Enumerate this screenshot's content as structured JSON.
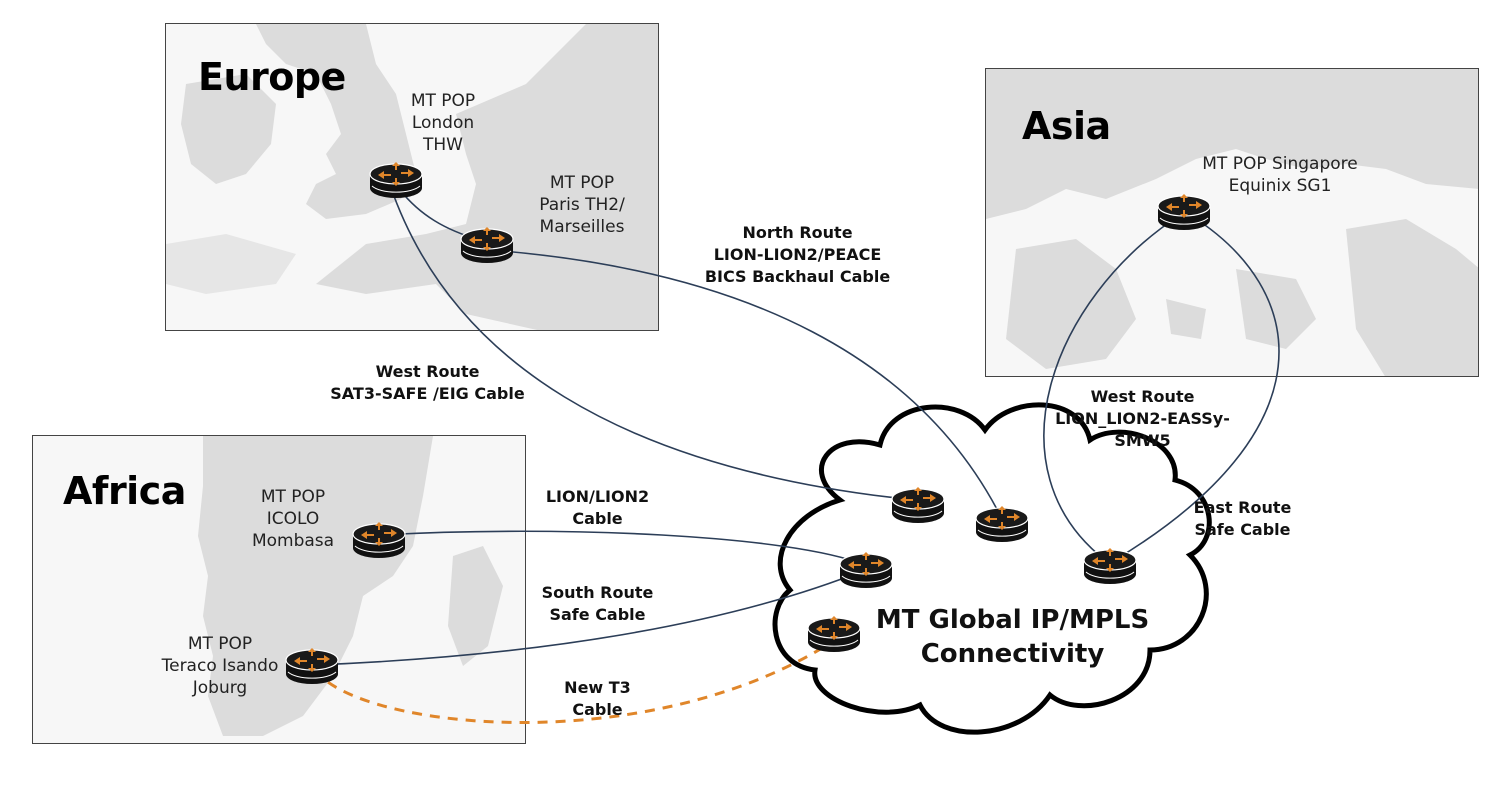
{
  "regions": {
    "europe": {
      "title": "Europe"
    },
    "asia": {
      "title": "Asia"
    },
    "africa": {
      "title": "Africa"
    }
  },
  "pops": {
    "london": "MT POP\nLondon\nTHW",
    "paris": "MT POP\nParis TH2/\nMarseilles",
    "singapore": "MT POP Singapore\nEquinix SG1",
    "mombasa": "MT POP\nICOLO\nMombasa",
    "joburg": "MT POP\nTeraco Isando\nJoburg"
  },
  "routes": {
    "north": "North Route\nLION-LION2/PEACE\nBICS Backhaul Cable",
    "west_europe": "West Route\nSAT3-SAFE /EIG Cable",
    "west_asia": "West Route\nLION_LION2-EASSy-\nSMW5",
    "east_asia": "East Route\nSafe Cable",
    "lion": "LION/LION2\nCable",
    "south": "South Route\nSafe Cable",
    "t3": "New T3\nCable"
  },
  "core": {
    "line1": "MT Global IP/MPLS",
    "line2": "Connectivity"
  },
  "colors": {
    "accent": "#e0862a",
    "link": "#2c3e58",
    "router_body": "#111111",
    "map_land": "#dcdcdc",
    "map_bg": "#f7f7f7"
  },
  "icons": [
    "router-icon"
  ]
}
